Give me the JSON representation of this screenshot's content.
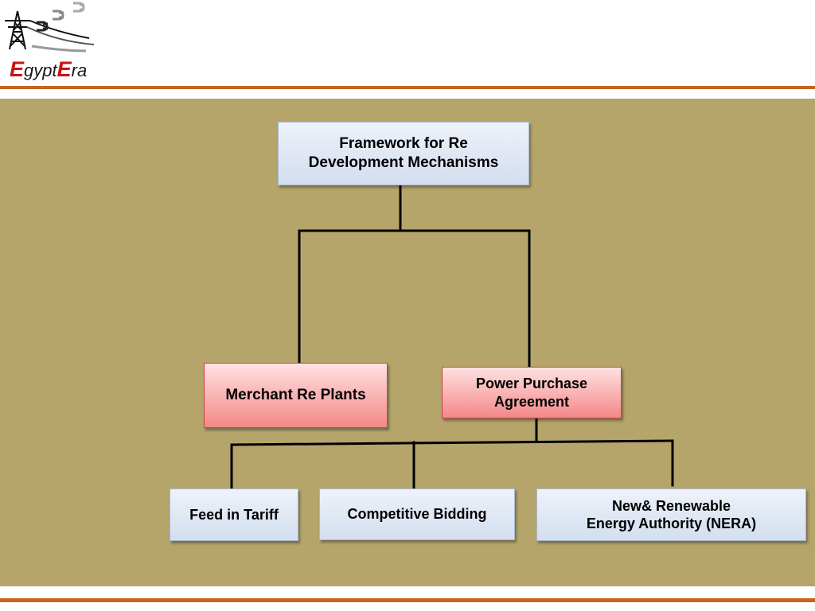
{
  "header": {
    "logo": {
      "icon": "power-tower-plug-icon",
      "brand": {
        "e1": "E",
        "gypt": "gypt",
        "e2": "E",
        "ra": "ra"
      },
      "colors": {
        "accent": "#cc1111",
        "text": "#1a1a1a"
      }
    },
    "rule_color": "#c8641e"
  },
  "diagram": {
    "background": "#b5a56b",
    "root": {
      "label": "Framework for Re\nDevelopment Mechanisms"
    },
    "level2": [
      {
        "label": "Merchant Re Plants"
      },
      {
        "label": "Power Purchase\nAgreement"
      }
    ],
    "level3": [
      {
        "label": "Feed in Tariff"
      },
      {
        "label": "Competitive Bidding"
      },
      {
        "label": "New& Renewable\nEnergy Authority (NERA)"
      }
    ],
    "colors": {
      "node_default": "#d3deef",
      "node_highlight": "#f48888",
      "connector": "#000000"
    }
  }
}
